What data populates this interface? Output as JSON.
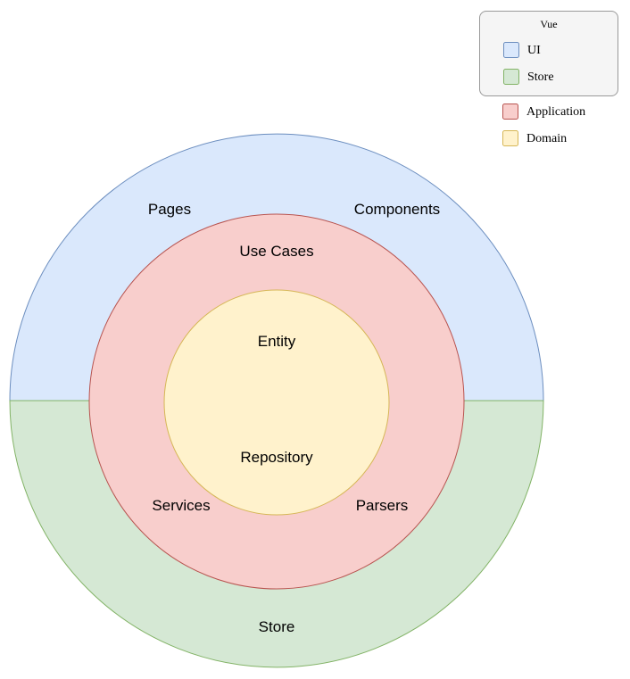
{
  "colors": {
    "ui_fill": "#dae8fc",
    "ui_stroke": "#6c8ebf",
    "store_fill": "#d5e8d4",
    "store_stroke": "#82b366",
    "application_fill": "#f8cecc",
    "application_stroke": "#b85450",
    "domain_fill": "#fff2cc",
    "domain_stroke": "#d6b656",
    "legend_box_fill": "#f5f5f5",
    "legend_box_stroke": "#999999"
  },
  "diagram": {
    "labels": {
      "pages": "Pages",
      "components": "Components",
      "use_cases": "Use Cases",
      "entity": "Entity",
      "repository": "Repository",
      "services": "Services",
      "parsers": "Parsers",
      "store": "Store"
    }
  },
  "legend": {
    "title": "Vue",
    "boxed_items": [
      {
        "label": "UI",
        "fill": "#dae8fc",
        "stroke": "#6c8ebf"
      },
      {
        "label": "Store",
        "fill": "#d5e8d4",
        "stroke": "#82b366"
      }
    ],
    "items": [
      {
        "label": "Application",
        "fill": "#f8cecc",
        "stroke": "#b85450"
      },
      {
        "label": "Domain",
        "fill": "#fff2cc",
        "stroke": "#d6b656"
      }
    ]
  }
}
